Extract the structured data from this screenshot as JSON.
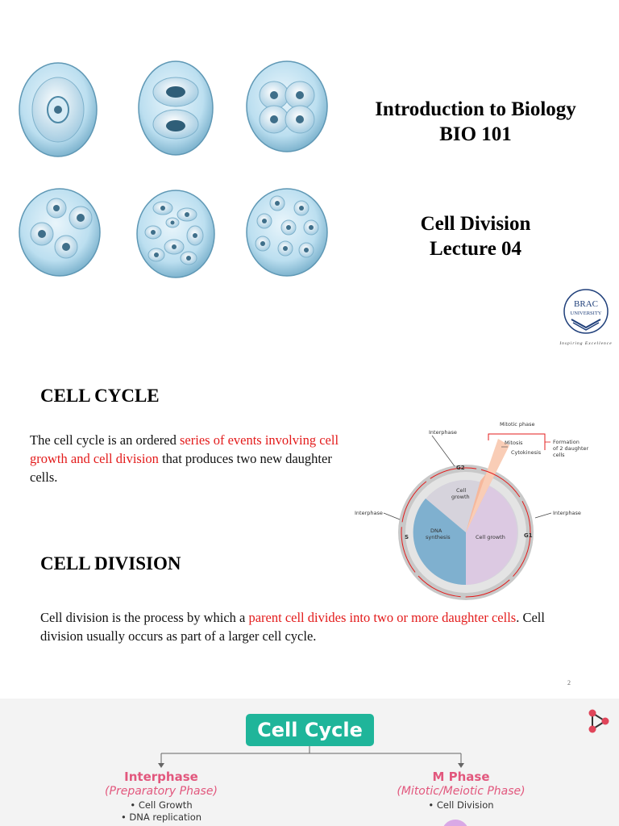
{
  "slide1": {
    "course_title": "Introduction to Biology",
    "course_code": "BIO 101",
    "topic": "Cell Division",
    "lecture": "Lecture 04",
    "logo_line1": "BRAC",
    "logo_line2": "UNIVERSITY",
    "logo_tagline": "Inspiring Excellence"
  },
  "slide2": {
    "heading1": "CELL CYCLE",
    "p1_part1": "The cell cycle is an ordered ",
    "p1_red": "series of events involving cell growth and cell division",
    "p1_part2": " that produces two new daughter cells.",
    "heading2": "CELL DIVISION",
    "p2_part1": "Cell division is the process by which a ",
    "p2_red": "parent cell divides into two or more daughter cells",
    "p2_part2": ". Cell division usually occurs as part of a larger cell cycle.",
    "page_number": "2",
    "diagram": {
      "mitotic_phase": "Mitotic phase",
      "interphase_top": "Interphase",
      "interphase_left": "Interphase",
      "interphase_right": "Interphase",
      "mitosis": "Mitosis",
      "cytokinesis": "Cytokinesis",
      "formation_line1": "Formation",
      "formation_line2": "of 2 daughter",
      "formation_line3": "cells",
      "g2": "G2",
      "g1": "G1",
      "s": "S",
      "cell_growth_top_line1": "Cell",
      "cell_growth_top_line2": "growth",
      "dna_line1": "DNA",
      "dna_line2": "synthesis",
      "cell_growth_right": "Cell growth",
      "colors": {
        "g2": "#d6d3dc",
        "s": "#7fb0cf",
        "g1": "#dcc9e2",
        "m": "#f6b89c",
        "ring": "#c8c8c8",
        "arrows": "#e31b1b"
      }
    }
  },
  "slide3": {
    "title": "Cell Cycle",
    "left_name": "Interphase",
    "left_sub": "(Preparatory Phase)",
    "left_items": [
      "• Cell Growth",
      "• DNA replication"
    ],
    "right_name": "M Phase",
    "right_sub": "(Mitotic/Meiotic Phase)",
    "right_items": [
      "• Cell Division"
    ],
    "colors": {
      "title_bg": "#1fb59a",
      "phase_text": "#e2577d",
      "logo": "#e0455a"
    }
  }
}
